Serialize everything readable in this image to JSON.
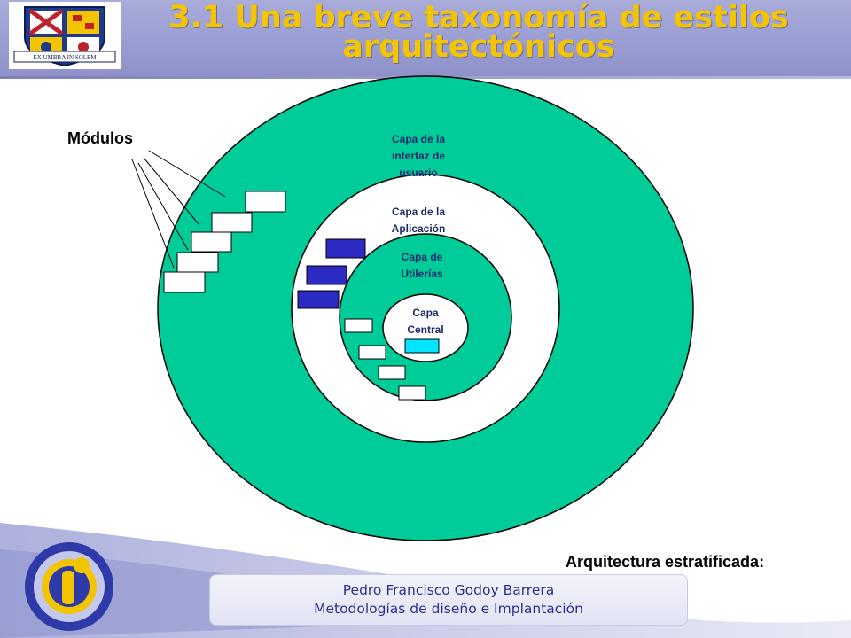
{
  "slide": {
    "title_line1": "3.1 Una breve taxonomía de estilos",
    "title_line2": "arquitectónicos",
    "caption": "Arquitectura estratificada:",
    "footer_line1": "Pedro Francisco Godoy Barrera",
    "footer_line2": "Metodologías de diseño e Implantación"
  },
  "logo": {
    "name": "university-crest",
    "motto": "EX UMBRA IN SOLEM"
  },
  "diagram": {
    "modules_label": "Módulos",
    "layers": [
      {
        "id": "ui",
        "lines": [
          "Capa de la",
          "interfaz de",
          "usuario"
        ],
        "fill": "#00cc99"
      },
      {
        "id": "app",
        "lines": [
          "Capa de la",
          "Aplicación"
        ],
        "fill": "#ffffff"
      },
      {
        "id": "util",
        "lines": [
          "Capa de",
          "Utilerías"
        ],
        "fill": "#00cc99"
      },
      {
        "id": "core",
        "lines": [
          "Capa",
          "Central"
        ],
        "fill": "#ffffff"
      }
    ],
    "colors": {
      "outline": "#000000",
      "module_white": "#ffffff",
      "module_blue": "#2b2bc4",
      "module_cyan": "#00e5ff",
      "accent_title": "#f5c400"
    }
  }
}
